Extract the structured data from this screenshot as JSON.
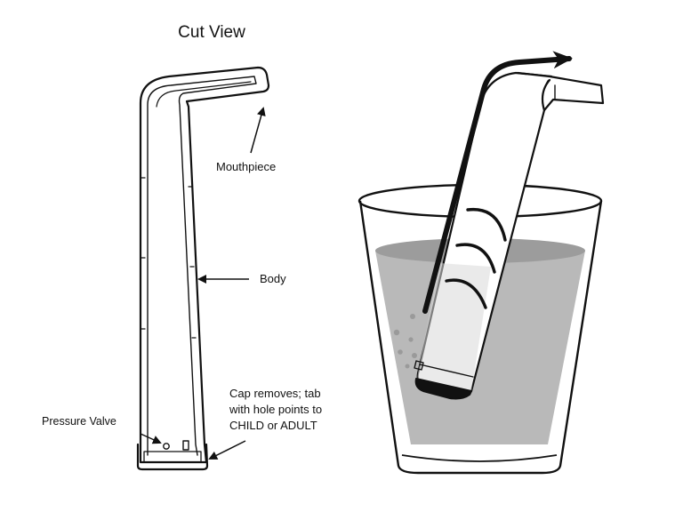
{
  "title": "Cut View",
  "labels": {
    "mouthpiece": "Mouthpiece",
    "body": "Body",
    "cap_line1": "Cap removes; tab",
    "cap_line2": "with hole points to",
    "cap_line3": "CHILD or ADULT",
    "pressure_valve": "Pressure Valve"
  },
  "colors": {
    "outline": "#111111",
    "liquid": "#b9b9b9",
    "liquid_surface": "#9c9c9c",
    "bubbles": "#9a9a9a",
    "background": "#ffffff"
  }
}
